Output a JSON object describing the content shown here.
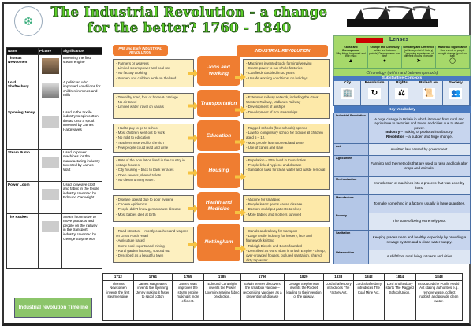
{
  "header": {
    "title": "The Industrial Revolution - a change for the better?  1760 - 1840"
  },
  "people_table": {
    "headers": [
      "Name",
      "Picture",
      "Significance"
    ],
    "rows": [
      {
        "name": "Thomas Newcomen",
        "significance": "Inventing the first steam engine"
      },
      {
        "name": "Lord Shaftesbury",
        "significance": "A politician who improved conditions for children in mines and mills"
      },
      {
        "name": "Spinning Jenny",
        "significance": "Used in the textile industry to spin cotton thread onto a spool. Invented by James Hargreaves"
      },
      {
        "name": "Steam Pump",
        "significance": "Used to power machines for the manufacturing industry. Invented by James Watt"
      },
      {
        "name": "Power Loom",
        "significance": "Used to weave cloth and fabric in the textile industry. Invented by Edmund Cartwright"
      },
      {
        "name": "The Rocket",
        "significance": "Steam locomotive to move products and people on the railway in the transport industry. Invented by George Stephenson"
      }
    ]
  },
  "comparison": {
    "pre_header": "PRE and Early INDUSTRIAL REVOLUTION",
    "post_header": "INDUSTRIAL REVOLUTION",
    "topics": [
      {
        "label": "Jobs and working",
        "pre": [
          "Farmers or weavers",
          "Limited steam power and coal use",
          "No factory working",
          "Women and children work on the land"
        ],
        "post": [
          "Machines invented to do farming/weaving",
          "Steam power to run whole factories",
          "Coalfields doubled in 30 years",
          "Unsafe working conditions, no holidays"
        ]
      },
      {
        "label": "Transportation",
        "pre": [
          "Travel by road, foot or horse & carriage",
          "No air travel",
          "Limited water travel on canals"
        ],
        "post": [
          "Extensive railway network, including the Great Western Railway, Midlands Railway",
          "Development of airships",
          "Development of iron steamships"
        ]
      },
      {
        "label": "Education",
        "pre": [
          "Had to pay to go to school",
          "Most children went out to work",
          "No right to education",
          "Teachers reserved for the rich",
          "Few people could read and write"
        ],
        "post": [
          "Ragged schools (free schools) opened",
          "Law for compulsory school for School all children aged 5 – 12.",
          "Most people learnt to read and write",
          "Use of canes and slate"
        ]
      },
      {
        "label": "Housing",
        "pre": [
          "80% of the population lived in the country in cottage houses",
          "City housing – back to back terraces",
          "Open sewers, shared toilets",
          "No clean running water."
        ],
        "post": [
          "Population – 50% lived in towns/cities",
          "People linked hygiene and disease",
          "Sanitation laws for clean water and waste removal"
        ]
      },
      {
        "label": "Health and Medicine",
        "pre": [
          "Disease spread due to poor hygiene",
          "Cholera epidemics",
          "People didn't know germs cause disease",
          "Most babies died at birth"
        ],
        "post": [
          "Vaccine for smallpox",
          "People learnt germs cause disease",
          "Doctors could put patients to sleep",
          "More babies and mothers survived"
        ]
      },
      {
        "label": "Nottingham",
        "pre": [
          "Road structure – mostly coaches and wagons on Great North Road",
          "Agriculture based",
          "Some coal exports and mining",
          "Rural garden housing, spaced out",
          "Described as a beautiful town"
        ],
        "post": [
          "Canals and railway for transport",
          "Large textile industry for hosiery, lace and framework knitting",
          "Raleigh Bicycle and Boots founded",
          "Described as worst slum in British Empire - cheap, over-crowded houses, polluted sanitation, shared dirty tap water."
        ]
      }
    ]
  },
  "lenses": {
    "title": "Lenses",
    "items": [
      {
        "name": "Cause and Consequence",
        "desc": "Why things happened and their result"
      },
      {
        "name": "Change and Continuity",
        "desc": "(within and between periods) Developments over time"
      },
      {
        "name": "Similarity and Difference",
        "desc": "(within a period of history) Comparing experiences of different groups of people"
      },
      {
        "name": "Historical Significance",
        "desc": "How events or people brought change (good and bad)"
      }
    ],
    "chronology": "Chronology (within and between periods)"
  },
  "concepts": {
    "title": "Substantive Concepts",
    "items": [
      "City",
      "Revolution",
      "Rights",
      "Rules/Law",
      "Society"
    ]
  },
  "vocab": {
    "title": "Key Vocabulary",
    "rows": [
      {
        "term": "Industrial Revolution",
        "def": "A huge change in Britain in which it moved from rural and agriculture to factories and towns and cities due to steam power.",
        "extra1_term": "Industry",
        "extra1": " – making of products in a factory.",
        "extra2_term": "Revolution",
        "extra2": " – a sudden and huge change."
      },
      {
        "term": "Act",
        "def": "A written law passed by government."
      },
      {
        "term": "Agriculture",
        "def": "Farming and the methods that are used to raise and look after crops and animals."
      },
      {
        "term": "Mechanisation",
        "def": "Introduction of machines into a process that was done by hand"
      },
      {
        "term": "Manufacture",
        "def": "To make something in a factory, usually in large quantities."
      },
      {
        "term": "Poverty",
        "def": "The state of being extremely poor."
      },
      {
        "term": "Sanitation",
        "def": "Keeping places clean and healthy, especially by providing a sewage system and a clean water supply."
      },
      {
        "term": "Urbanisation",
        "def": "A shift from rural living to towns and cities"
      }
    ]
  },
  "timeline": {
    "label": "Industrial revolution Timeline",
    "events": [
      {
        "year": "1712",
        "text": "Thomas Newcomen invents the first steam engine."
      },
      {
        "year": "1764",
        "text": "James Hargreaves invents the Spinning Jenny making it faster to spool cotton"
      },
      {
        "year": "1765",
        "text": "James Watt improves the steam engine making it more efficient."
      },
      {
        "year": "1785",
        "text": "Edmund Cartwright invents the Power Loom increasing fabric production."
      },
      {
        "year": "1796",
        "text": "Edwin Jenner discovers the smallpox vaccine – recognising vaccines as a prevention of disease"
      },
      {
        "year": "1829",
        "text": "George Stephenson invents the Rocket leading to the invention of the railway."
      },
      {
        "year": "1833",
        "text": "Lord Shaftesbury introduces The Factory Act."
      },
      {
        "year": "1842",
        "text": "Lord Shaftesbury introduces The Coal Mine Act."
      },
      {
        "year": "1844",
        "text": "Lord Shaftesbury starts The Ragged School Union."
      },
      {
        "year": "1848",
        "text": "Introduced the Public Health Act stating authorities e.g. remove waste, collect rubbish and provide clean water."
      }
    ]
  }
}
